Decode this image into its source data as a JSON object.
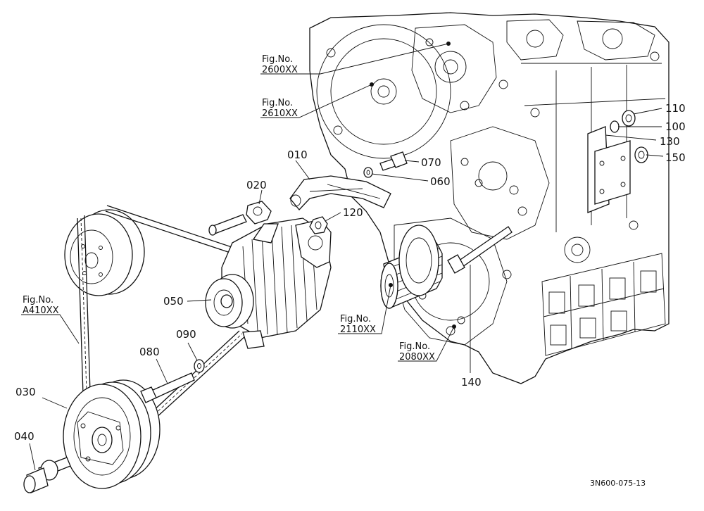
{
  "diagram": {
    "doc_code": "3N600-075-13",
    "parts": [
      {
        "id": "p110",
        "number": "110"
      },
      {
        "id": "p100",
        "number": "100"
      },
      {
        "id": "p130",
        "number": "130"
      },
      {
        "id": "p150",
        "number": "150"
      },
      {
        "id": "p010",
        "number": "010"
      },
      {
        "id": "p020",
        "number": "020"
      },
      {
        "id": "p070",
        "number": "070"
      },
      {
        "id": "p060",
        "number": "060"
      },
      {
        "id": "p120",
        "number": "120"
      },
      {
        "id": "p050",
        "number": "050"
      },
      {
        "id": "p090",
        "number": "090"
      },
      {
        "id": "p080",
        "number": "080"
      },
      {
        "id": "p030",
        "number": "030"
      },
      {
        "id": "p040",
        "number": "040"
      },
      {
        "id": "p140",
        "number": "140"
      }
    ],
    "fig_refs": [
      {
        "id": "f2600",
        "prefix": "Fig.No.",
        "number": "2600XX"
      },
      {
        "id": "f2610",
        "prefix": "Fig.No.",
        "number": "2610XX"
      },
      {
        "id": "fA410",
        "prefix": "Fig.No.",
        "number": "A410XX"
      },
      {
        "id": "f2110",
        "prefix": "Fig.No.",
        "number": "2110XX"
      },
      {
        "id": "f2080",
        "prefix": "Fig.No.",
        "number": "2080XX"
      }
    ]
  }
}
